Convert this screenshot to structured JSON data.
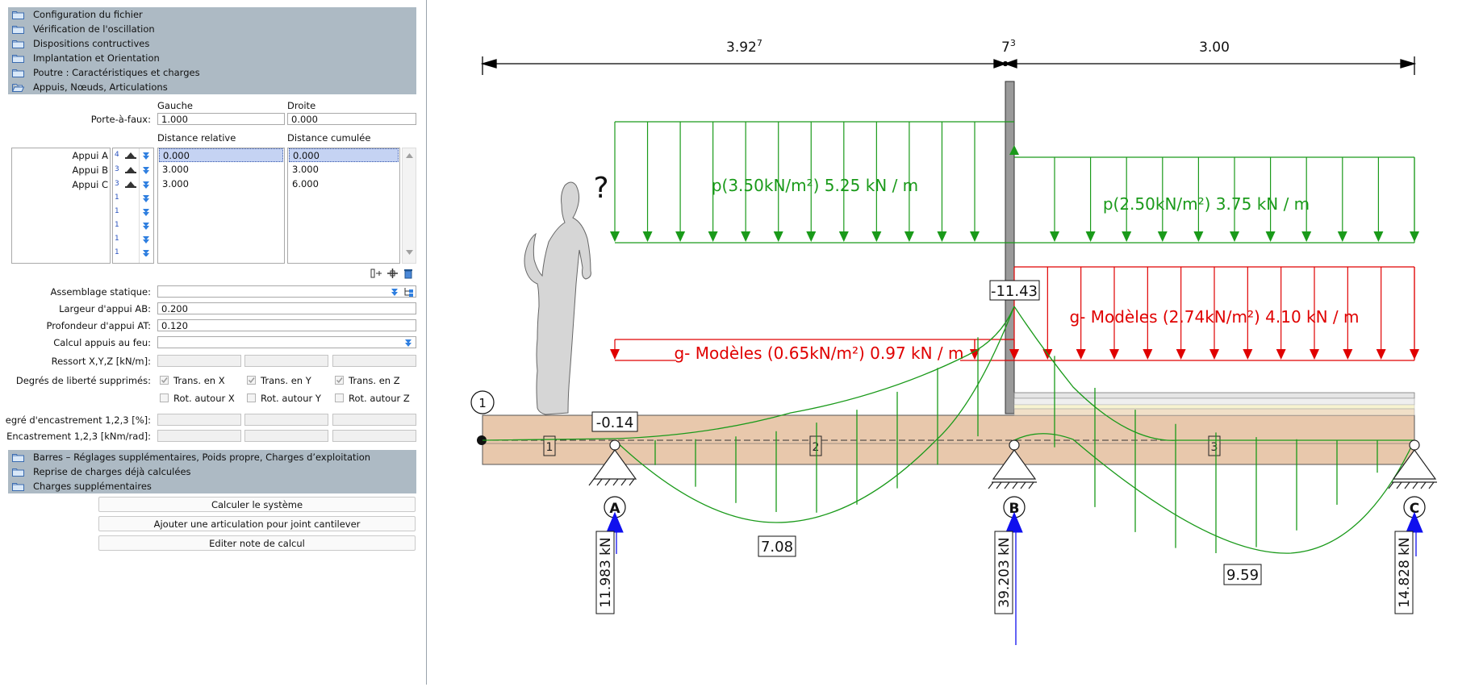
{
  "sections_top": [
    {
      "label": "Configuration du fichier",
      "icon": "folder-icon"
    },
    {
      "label": "Vérification de l'oscillation",
      "icon": "folder-icon"
    },
    {
      "label": "Dispositions contructives",
      "icon": "folder-icon"
    },
    {
      "label": "Implantation et Orientation",
      "icon": "folder-icon"
    },
    {
      "label": "Poutre : Caractéristiques et charges",
      "icon": "folder-icon"
    },
    {
      "label": "Appuis, Nœuds, Articulations",
      "icon": "folder-open-icon"
    }
  ],
  "appuis": {
    "col_gauche": "Gauche",
    "col_droite": "Droite",
    "porte_a_faux_label": "Porte-à-faux:",
    "porte_a_faux_gauche": "1.000",
    "porte_a_faux_droite": "0.000",
    "col_distance_relative": "Distance relative",
    "col_distance_cumulee": "Distance cumulée",
    "supports": [
      {
        "name": "Appui A",
        "count": "4",
        "rel": "0.000",
        "cum": "0.000"
      },
      {
        "name": "Appui B",
        "count": "3",
        "rel": "3.000",
        "cum": "3.000"
      },
      {
        "name": "Appui C",
        "count": "3",
        "rel": "3.000",
        "cum": "6.000"
      }
    ],
    "extra_counts": [
      "1",
      "1",
      "1",
      "1",
      "1"
    ],
    "assemblage_label": "Assemblage statique:",
    "assemblage_value": "",
    "largeur_label": "Largeur d'appui AB:",
    "largeur_value": "0.200",
    "profondeur_label": "Profondeur d'appui AT:",
    "profondeur_value": "0.120",
    "calcul_feu_label": "Calcul appuis au feu:",
    "ressort_label": "Ressort X,Y,Z [kN/m]:",
    "degres_label": "Degrés de liberté supprimés:",
    "trans_x": "Trans. en X",
    "trans_y": "Trans. en Y",
    "trans_z": "Trans. en Z",
    "rot_x": "Rot. autour X",
    "rot_y": "Rot. autour Y",
    "rot_z": "Rot. autour Z",
    "degre_encastrement_label": "egré d'encastrement 1,2,3 [%]:",
    "encastrement_label": "Encastrement 1,2,3 [kNm/rad]:"
  },
  "sections_bottom": [
    {
      "label": "Barres – Réglages supplémentaires, Poids propre, Charges d’exploitation",
      "icon": "folder-icon"
    },
    {
      "label": "Reprise de charges déjà calculées",
      "icon": "folder-icon"
    },
    {
      "label": "Charges supplémentaires",
      "icon": "folder-icon"
    }
  ],
  "buttons": {
    "calculer": "Calculer le système",
    "ajouter": "Ajouter une articulation pour joint cantilever",
    "editer": "Editer note de calcul"
  },
  "diagram": {
    "dim_left": "3.92",
    "dim_left_sup": "7",
    "dim_mid": "7",
    "dim_mid_sup": "3",
    "dim_right": "3.00",
    "question_mark": "?",
    "load_p_left": "p(3.50kN/m²) 5.25 kN / m",
    "load_p_right": "p(2.50kN/m²) 3.75 kN / m",
    "load_g_left": "g- Modèles (0.65kN/m²) 0.97 kN / m",
    "load_g_right": "g- Modèles (2.74kN/m²) 4.10 kN / m",
    "moment_support_b": "-11.43",
    "moment_cantilever": "-0.14",
    "moment_span_1": "7.08",
    "moment_span_2": "9.59",
    "node_label": "1",
    "support_a": "A",
    "support_b": "B",
    "support_c": "C",
    "reaction_a": "11.983 kN",
    "reaction_b": "39.203 kN",
    "reaction_c": "14.828 kN",
    "bar_1": "1",
    "bar_2": "2",
    "bar_3": "3",
    "colors": {
      "live_load": "#1a9a1a",
      "dead_load": "#e00000",
      "reaction": "#1010ee",
      "beam": "#e8c8ac"
    }
  }
}
